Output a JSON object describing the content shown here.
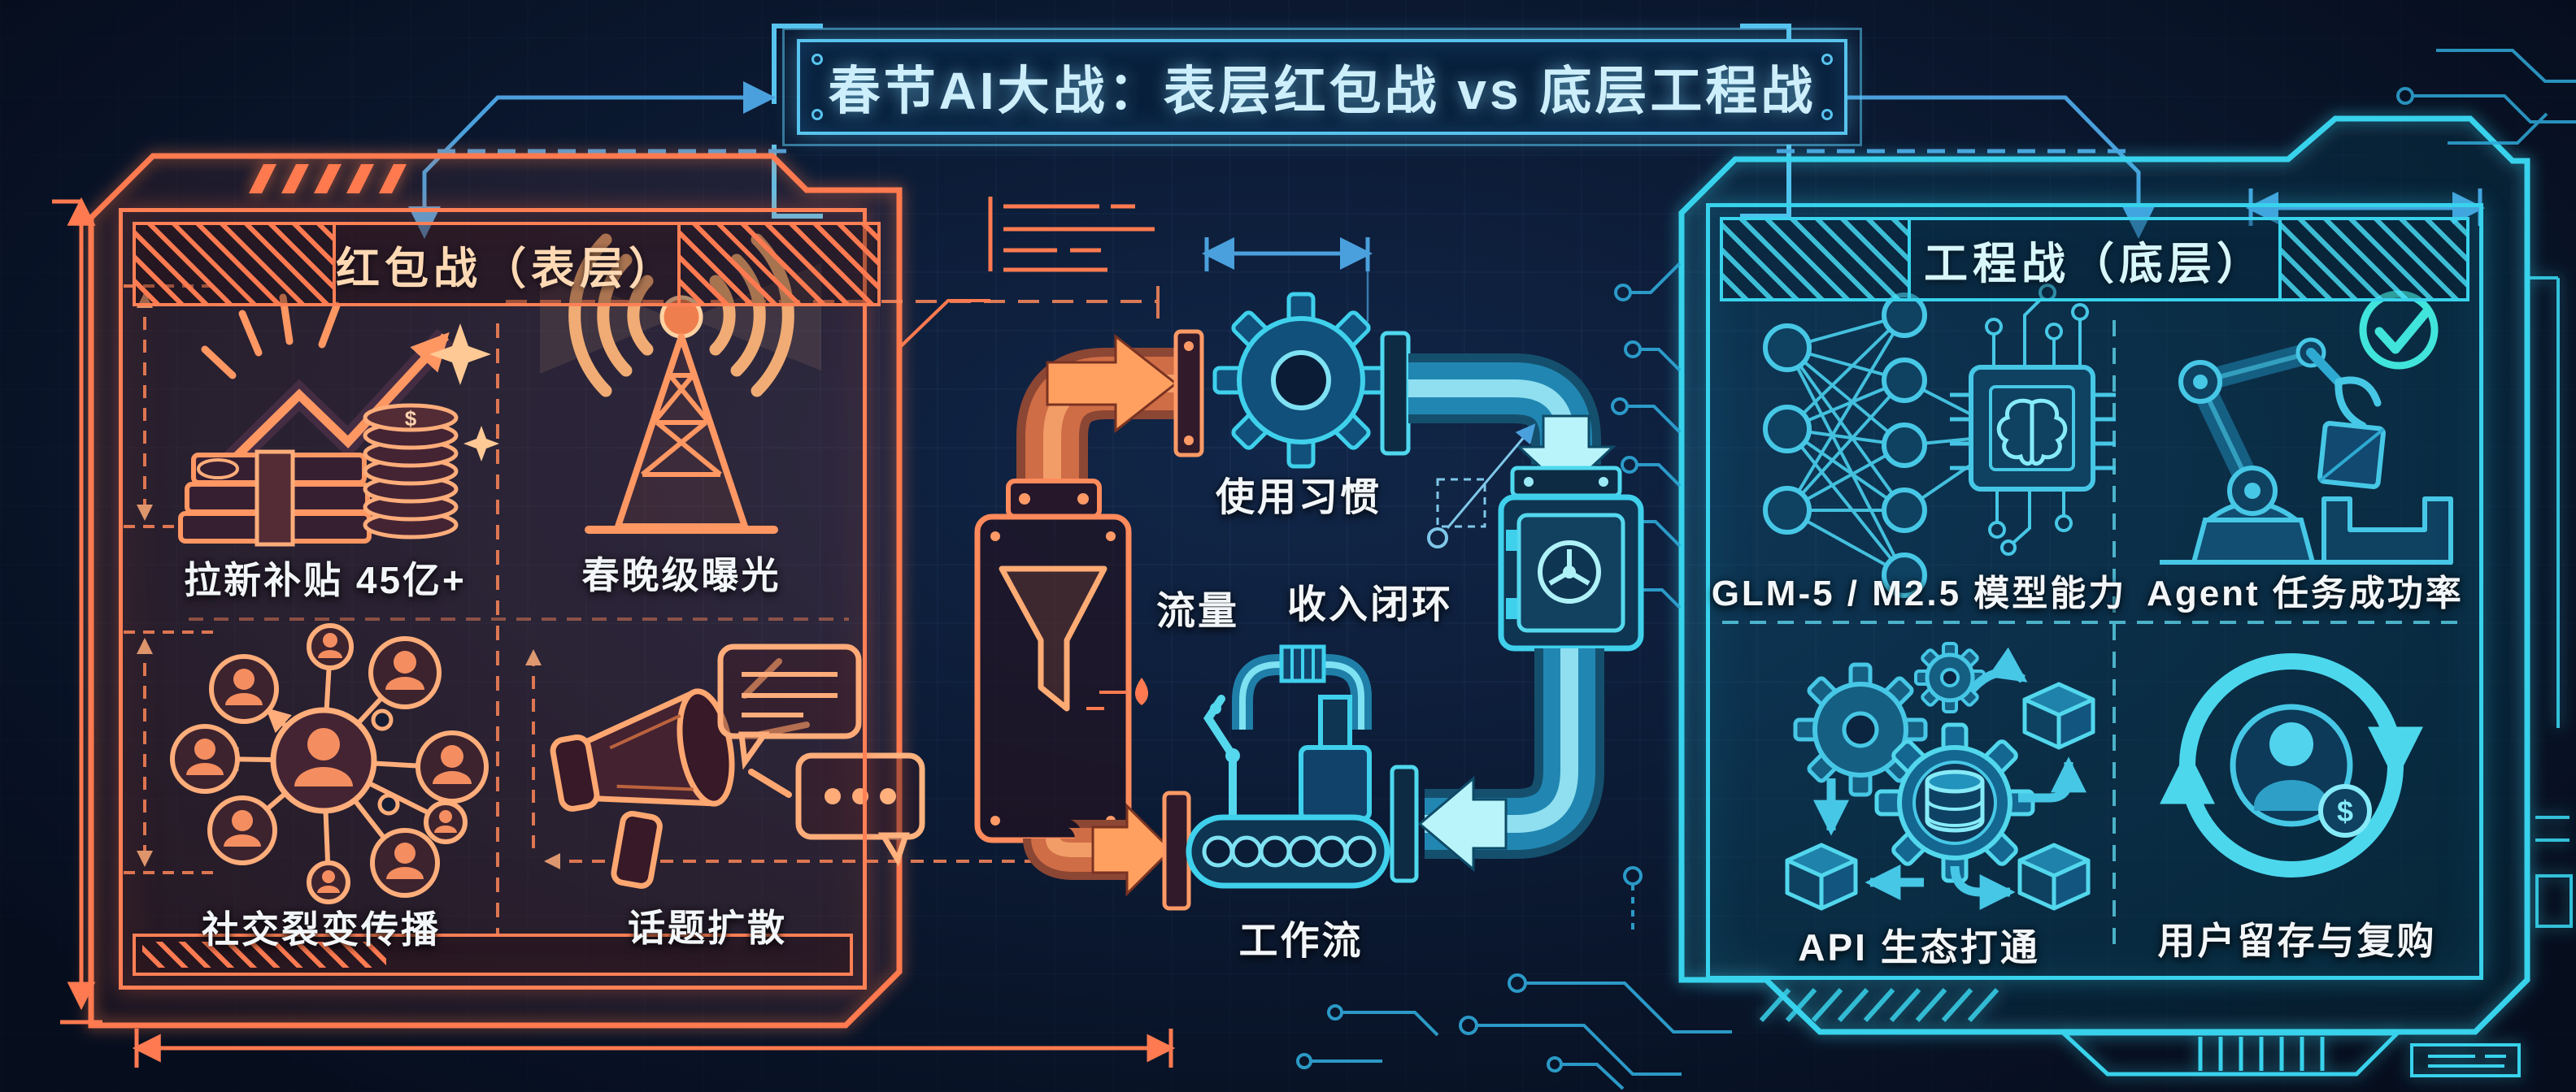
{
  "title": "春节AI大战：表层红包战 vs 底层工程战",
  "left_panel": {
    "header": "红包战（表层）",
    "items": [
      {
        "label": "拉新补贴 45亿+",
        "icon": "money-growth-icon"
      },
      {
        "label": "春晚级曝光",
        "icon": "broadcast-tower-icon"
      },
      {
        "label": "社交裂变传播",
        "icon": "viral-network-icon"
      },
      {
        "label": "话题扩散",
        "icon": "megaphone-icon"
      }
    ]
  },
  "flow": {
    "stages": [
      {
        "label": "流量",
        "icon": "funnel-icon"
      },
      {
        "label": "使用习惯",
        "icon": "gear-icon"
      },
      {
        "label": "收入闭环",
        "icon": "vault-icon"
      },
      {
        "label": "工作流",
        "icon": "assembly-line-icon"
      }
    ]
  },
  "right_panel": {
    "header": "工程战（底层）",
    "items": [
      {
        "label": "GLM-5 / M2.5 模型能力",
        "icon": "neural-chip-icon"
      },
      {
        "label": "Agent 任务成功率",
        "icon": "robot-arm-icon"
      },
      {
        "label": "API 生态打通",
        "icon": "api-gears-icon"
      },
      {
        "label": "用户留存与复购",
        "icon": "retention-loop-icon"
      }
    ]
  },
  "icons": {
    "dollar": "$"
  },
  "colors": {
    "background": "#0a1a33",
    "orange": "#ff7a50",
    "cyan": "#38d2ec",
    "blue": "#4aa0dc",
    "text": "#f3f6f8",
    "left_header_text": "#ffd9b4",
    "right_header_text": "#d8f7fb",
    "title_text": "#cdeefb"
  }
}
